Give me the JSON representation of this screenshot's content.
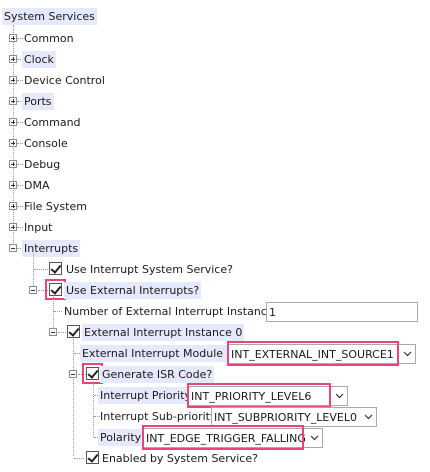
{
  "tree": {
    "root": "System Services",
    "top_items": [
      "Common",
      "Clock",
      "Device Control",
      "Ports",
      "Command",
      "Console",
      "Debug",
      "DMA",
      "File System",
      "Input",
      "Interrupts"
    ],
    "use_interrupt_system_service": "Use Interrupt System Service?",
    "use_external_interrupts": "Use External Interrupts?",
    "number_of_instances_label": "Number of External Interrupt Instances",
    "number_of_instances_value": "1",
    "instance_0": "External Interrupt Instance 0",
    "module_id_label": "External Interrupt Module ID",
    "module_id_value": "INT_EXTERNAL_INT_SOURCE1",
    "generate_isr": "Generate ISR Code?",
    "priority_label": "Interrupt Priority",
    "priority_value": "INT_PRIORITY_LEVEL6",
    "subpriority_label": "Interrupt Sub-priority",
    "subpriority_value": "INT_SUBPRIORITY_LEVEL0",
    "polarity_label": "Polarity",
    "polarity_value": "INT_EDGE_TRIGGER_FALLING",
    "enabled_by_system_service": "Enabled by System Service?"
  },
  "colors": {
    "highlight": "#e6e8fb",
    "callout": "#e8457a"
  }
}
